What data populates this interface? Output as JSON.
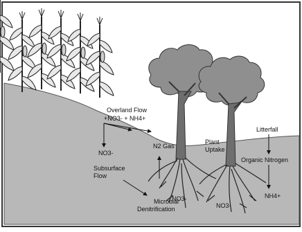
{
  "diagram": {
    "labels": {
      "overland_flow": "Overland Flow",
      "overland_flow_ions": "+NO3- + NH4+",
      "no3_left": "NO3-",
      "subsurface_flow": "Subsurface Flow",
      "subsurface_line1": "Subsurface",
      "subsurface_line2": "Flow",
      "n2_gas": "N2 Gas",
      "plant_uptake_line1": "Plant",
      "plant_uptake_line2": "Uptake",
      "litterfall": "Litterfall",
      "organic_nitrogen": "Organic Nitrogen",
      "microbial_line1": "Microbial",
      "microbial_line2": "Denitrification",
      "no3_roots_1": "NO3-",
      "no3_roots_2": "NO3-",
      "nh4_right": "NH4+"
    },
    "icons": [
      "corn-plant-icon",
      "tree-icon",
      "root-system-icon",
      "arrow-icon"
    ],
    "colors": {
      "soil": "#b8b8b8",
      "ink": "#111111",
      "canopy": "#8f8f8f",
      "frame": "#333333"
    }
  }
}
